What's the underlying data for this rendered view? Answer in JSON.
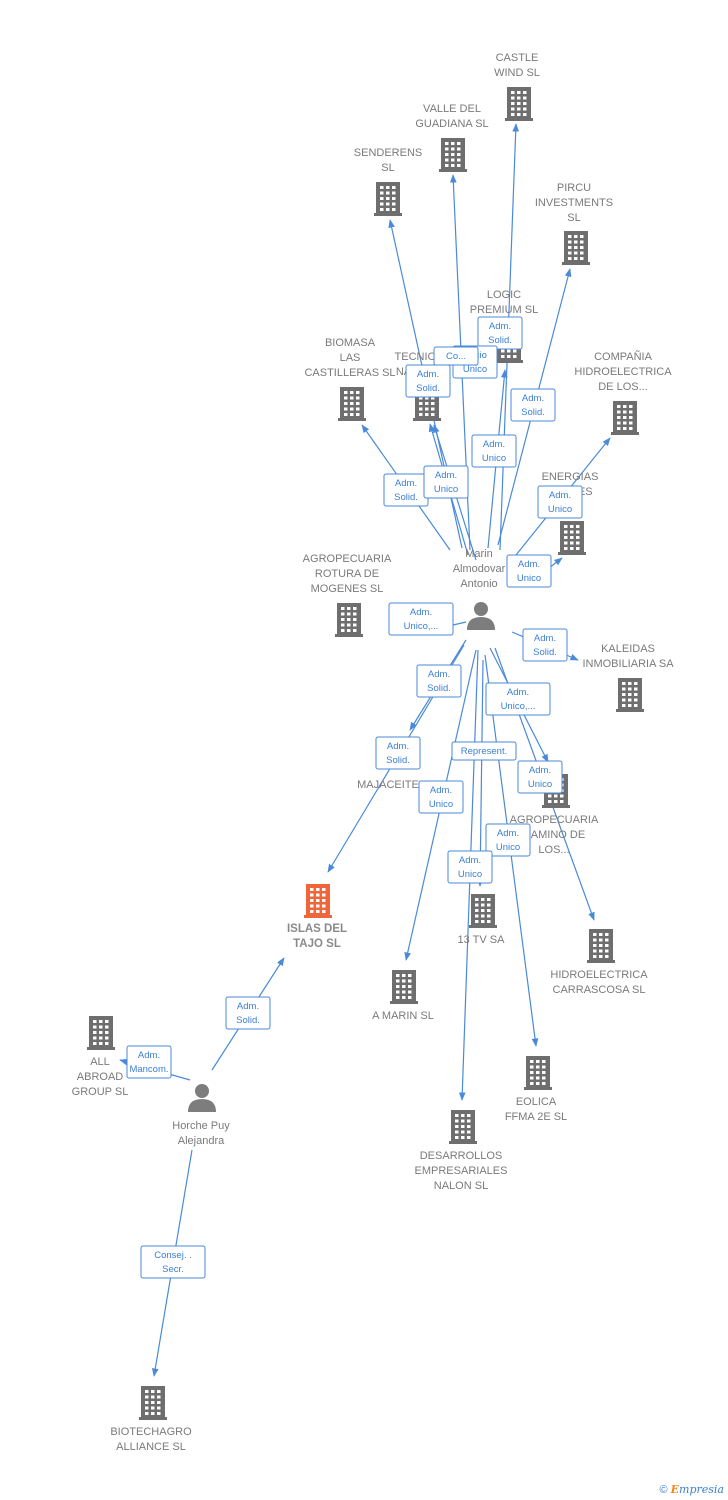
{
  "colors": {
    "edge": "#4a8ad8",
    "company": "#6e6e6e",
    "focus": "#f0653a",
    "person": "#7d7d7d",
    "label": "#7a7a7a"
  },
  "footer": {
    "copyright": "©",
    "brand_initial": "E",
    "brand_rest": "mpresia"
  },
  "nodes": [
    {
      "id": "castle",
      "type": "company",
      "label": [
        "CASTLE",
        "WIND SL"
      ]
    },
    {
      "id": "valle",
      "type": "company",
      "label": [
        "VALLE DEL",
        "GUADIANA  SL"
      ]
    },
    {
      "id": "senderens",
      "type": "company",
      "label": [
        "SENDERENS",
        "SL"
      ]
    },
    {
      "id": "pircu",
      "type": "company",
      "label": [
        "PIRCU",
        "INVESTMENTS",
        "SL"
      ]
    },
    {
      "id": "logic",
      "type": "company",
      "label": [
        "LOGIC",
        "PREMIUM  SL"
      ]
    },
    {
      "id": "biomasa",
      "type": "company",
      "label": [
        "BIOMASA",
        "LAS",
        "CASTILLERAS SL"
      ]
    },
    {
      "id": "tecnic",
      "type": "company",
      "label": [
        "TECNIC",
        "NATU..."
      ]
    },
    {
      "id": "compania",
      "type": "company",
      "label": [
        "COMPAÑIA",
        "HIDROELECTRICA",
        "DE LOS..."
      ]
    },
    {
      "id": "energias",
      "type": "company",
      "label": [
        "ENERGIAS",
        "R...BLES",
        "...A..."
      ]
    },
    {
      "id": "agro_rotura",
      "type": "company",
      "label": [
        "AGROPECUARIA",
        "ROTURA DE",
        "MOGENES SL"
      ]
    },
    {
      "id": "kaleidas",
      "type": "company",
      "label": [
        "KALEIDAS",
        "INMOBILIARIA SA"
      ]
    },
    {
      "id": "majaceite",
      "type": "company",
      "label": [
        "MAJACEITE"
      ]
    },
    {
      "id": "agro_camino",
      "type": "company",
      "label": [
        "AGROPECUARIA",
        "CAMINO DE",
        "LOS..."
      ]
    },
    {
      "id": "islas",
      "type": "focus",
      "label": [
        "ISLAS DEL",
        "TAJO  SL"
      ]
    },
    {
      "id": "tv13",
      "type": "company",
      "label": [
        "13 TV SA"
      ]
    },
    {
      "id": "hidro_carr",
      "type": "company",
      "label": [
        "HIDROELECTRICA",
        "CARRASCOSA SL"
      ]
    },
    {
      "id": "amarin",
      "type": "company",
      "label": [
        "A MARIN  SL"
      ]
    },
    {
      "id": "eolica",
      "type": "company",
      "label": [
        "EOLICA",
        "FFMA 2E SL"
      ]
    },
    {
      "id": "desarrollos",
      "type": "company",
      "label": [
        "DESARROLLOS",
        "EMPRESARIALES",
        "NALON SL"
      ]
    },
    {
      "id": "allabroad",
      "type": "company",
      "label": [
        "ALL",
        "ABROAD",
        "GROUP  SL"
      ]
    },
    {
      "id": "biotechagro",
      "type": "company",
      "label": [
        "BIOTECHAGRO",
        "ALLIANCE  SL"
      ]
    },
    {
      "id": "marin",
      "type": "person",
      "label": [
        "Marin",
        "Almodovar",
        "Antonio"
      ]
    },
    {
      "id": "horche",
      "type": "person",
      "label": [
        "Horche Puy",
        "Alejandra"
      ]
    }
  ],
  "edges": [
    {
      "from": "marin",
      "to": "castle",
      "badge": [
        "Adm.",
        "Solid."
      ]
    },
    {
      "from": "marin",
      "to": "valle",
      "badge": [
        "Socio",
        "Único"
      ]
    },
    {
      "from": "marin",
      "to": "senderens",
      "badge": [
        "Co...",
        ""
      ]
    },
    {
      "from": "marin",
      "to": "pircu",
      "badge": [
        "Adm.",
        "Solid."
      ]
    },
    {
      "from": "marin",
      "to": "logic",
      "badge": [
        "Adm.",
        "Unico"
      ]
    },
    {
      "from": "marin",
      "to": "tecnic",
      "badge": [
        "Adm.",
        "Solid."
      ]
    },
    {
      "from": "marin",
      "to": "biomasa",
      "badge": [
        "Adm.",
        "Solid."
      ]
    },
    {
      "from": "marin",
      "to": "tecnic",
      "badge": [
        "Adm.",
        "Unico"
      ]
    },
    {
      "from": "marin",
      "to": "compania",
      "badge": [
        "Adm.",
        "Unico"
      ]
    },
    {
      "from": "marin",
      "to": "energias",
      "badge": [
        "Adm.",
        "Unico"
      ]
    },
    {
      "from": "marin",
      "to": "agro_rotura",
      "badge": [
        "Adm.",
        "Unico,..."
      ]
    },
    {
      "from": "marin",
      "to": "kaleidas",
      "badge": [
        "Adm.",
        "Solid."
      ]
    },
    {
      "from": "marin",
      "to": "majaceite",
      "badge": [
        "Adm.",
        "Solid."
      ]
    },
    {
      "from": "marin",
      "to": "islas",
      "badge": [
        "Adm.",
        "Solid."
      ]
    },
    {
      "from": "marin",
      "to": "agro_camino",
      "badge": [
        "Adm.",
        "Unico,..."
      ]
    },
    {
      "from": "marin",
      "to": "hidro_carr",
      "badge": [
        "Adm.",
        "Unico"
      ]
    },
    {
      "from": "marin",
      "to": "tv13",
      "badge": [
        "Represent.",
        ""
      ]
    },
    {
      "from": "marin",
      "to": "amarin",
      "badge": [
        "Adm.",
        "Unico"
      ]
    },
    {
      "from": "marin",
      "to": "eolica",
      "badge": [
        "Adm.",
        "Unico"
      ]
    },
    {
      "from": "marin",
      "to": "desarrollos",
      "badge": [
        "Adm.",
        "Unico"
      ]
    },
    {
      "from": "horche",
      "to": "islas",
      "badge": [
        "Adm.",
        "Solid."
      ]
    },
    {
      "from": "horche",
      "to": "allabroad",
      "badge": [
        "Adm.",
        "Mancom."
      ]
    },
    {
      "from": "horche",
      "to": "biotechagro",
      "badge": [
        "Consej. .",
        "Secr."
      ]
    }
  ]
}
